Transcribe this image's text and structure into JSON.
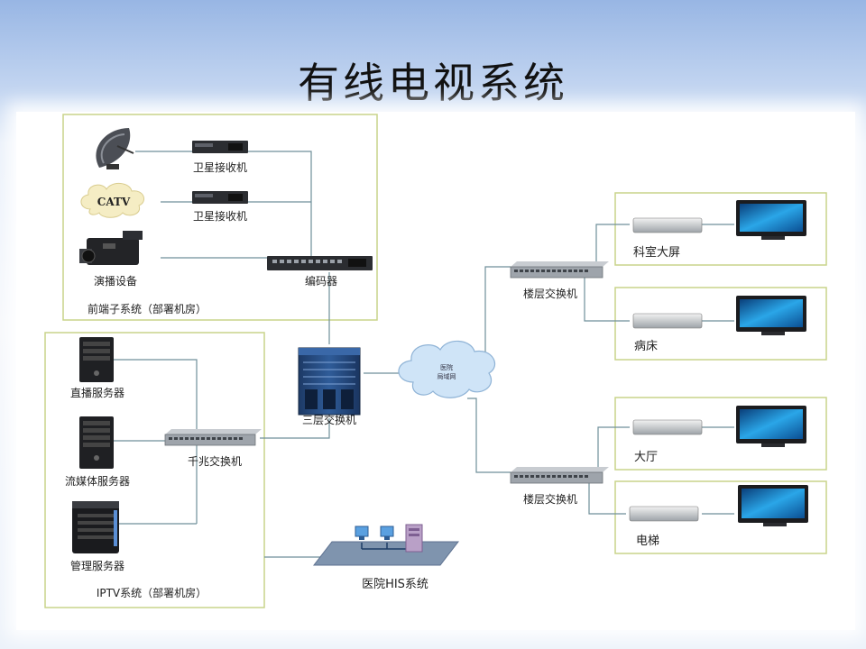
{
  "title": "有线电视系统",
  "front_end": {
    "group_label": "前端子系统（部署机房）",
    "satellite_receiver_1": "卫星接收机",
    "satellite_receiver_2": "卫星接收机",
    "catv": "CATV",
    "broadcast_device": "演播设备",
    "encoder": "编码器"
  },
  "iptv": {
    "group_label": "IPTV系统（部署机房）",
    "live_server": "直播服务器",
    "media_server": "流媒体服务器",
    "mgmt_server": "管理服务器",
    "gigabit_switch": "千兆交换机"
  },
  "core": {
    "l3_switch": "三层交换机",
    "cloud_line1": "医院",
    "cloud_line2": "局域网",
    "his": "医院HIS系统"
  },
  "floor_top": {
    "switch": "楼层交换机",
    "endpoint_1": "科室大屏",
    "endpoint_2": "病床"
  },
  "floor_bottom": {
    "switch": "楼层交换机",
    "endpoint_1": "大厅",
    "endpoint_2": "电梯"
  },
  "colors": {
    "group_border": "#c9d48a",
    "link": "#6f8f9a",
    "cloud": "#cfe4f7",
    "device_dark": "#2b2d31"
  }
}
